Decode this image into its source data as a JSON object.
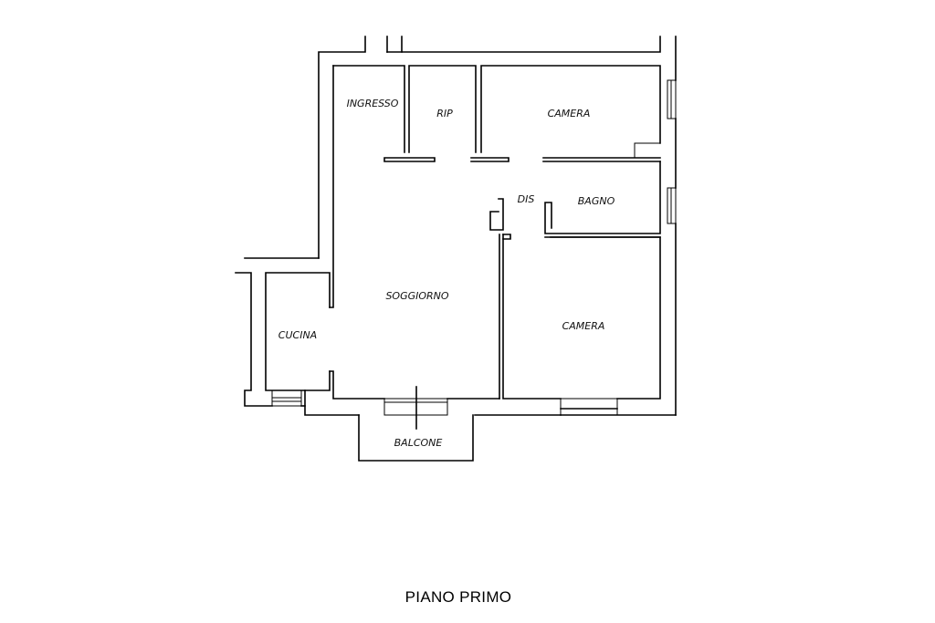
{
  "floor_title": "PIANO PRIMO",
  "rooms": {
    "ingresso": "INGRESSO",
    "rip": "RIP",
    "camera_top": "CAMERA",
    "dis": "DIS",
    "bagno": "BAGNO",
    "soggiorno": "SOGGIORNO",
    "cucina": "CUCINA",
    "camera_bottom": "CAMERA",
    "balcone": "BALCONE"
  }
}
